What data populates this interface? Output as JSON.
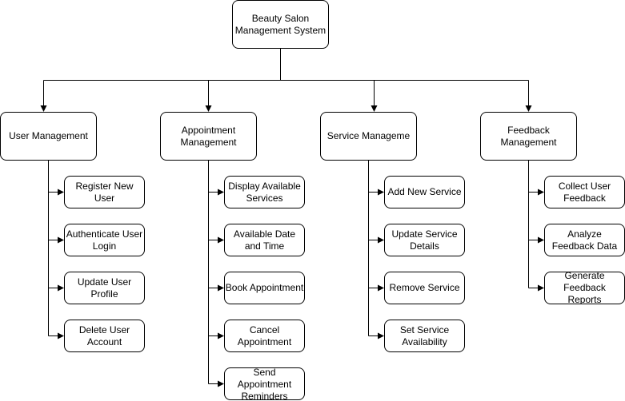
{
  "diagram": {
    "root": {
      "label": "Beauty Salon\nManagement System"
    },
    "branches": [
      {
        "label": "User Management",
        "children": [
          "Register New\nUser",
          "Authenticate User\nLogin",
          "Update User\nProfile",
          "Delete User\nAccount"
        ]
      },
      {
        "label": "Appointment\nManagement",
        "children": [
          "Display Available\nServices",
          "Available Date\nand Time",
          "Book Appointment",
          "Cancel\nAppointment",
          "Send\nAppointment\nReminders"
        ]
      },
      {
        "label": "Service Manageme",
        "children": [
          "Add New Service",
          "Update Service\nDetails",
          "Remove Service",
          "Set Service\nAvailability"
        ]
      },
      {
        "label": "Feedback\nManagement",
        "children": [
          "Collect User\nFeedback",
          "Analyze\nFeedback Data",
          "Generate\nFeedback\nReports"
        ]
      }
    ],
    "colors": {
      "stroke": "#000000",
      "fill": "#ffffff",
      "text": "#000000"
    }
  }
}
